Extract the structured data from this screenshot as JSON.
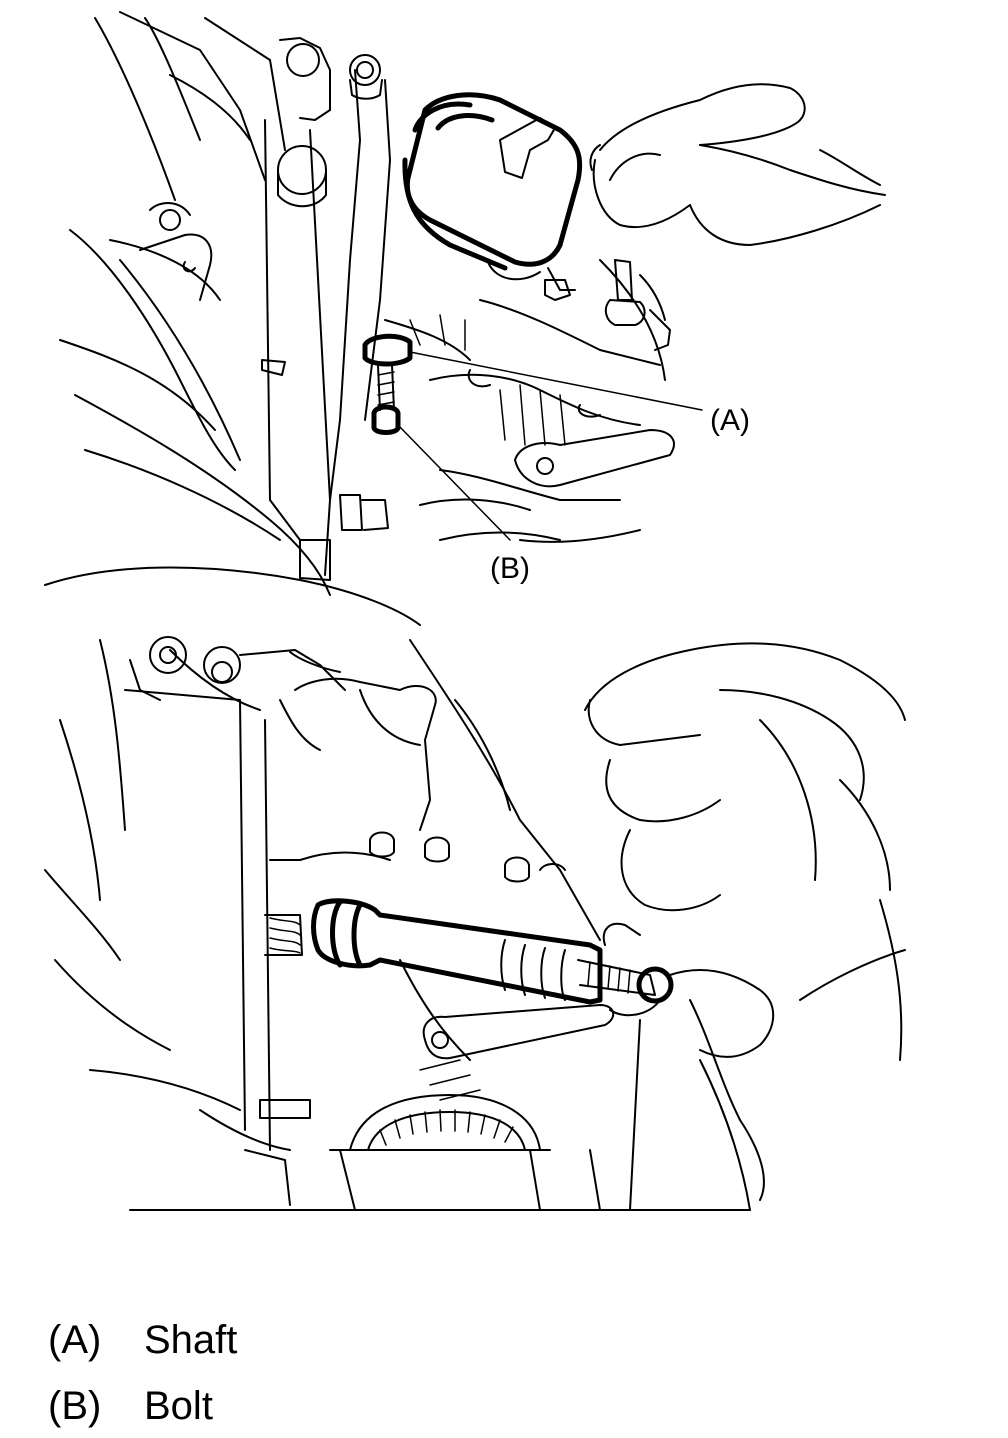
{
  "callouts": {
    "a": "(A)",
    "b": "(B)"
  },
  "legend": [
    {
      "code": "(A)",
      "label": "Shaft"
    },
    {
      "code": "(B)",
      "label": "Bolt"
    }
  ]
}
